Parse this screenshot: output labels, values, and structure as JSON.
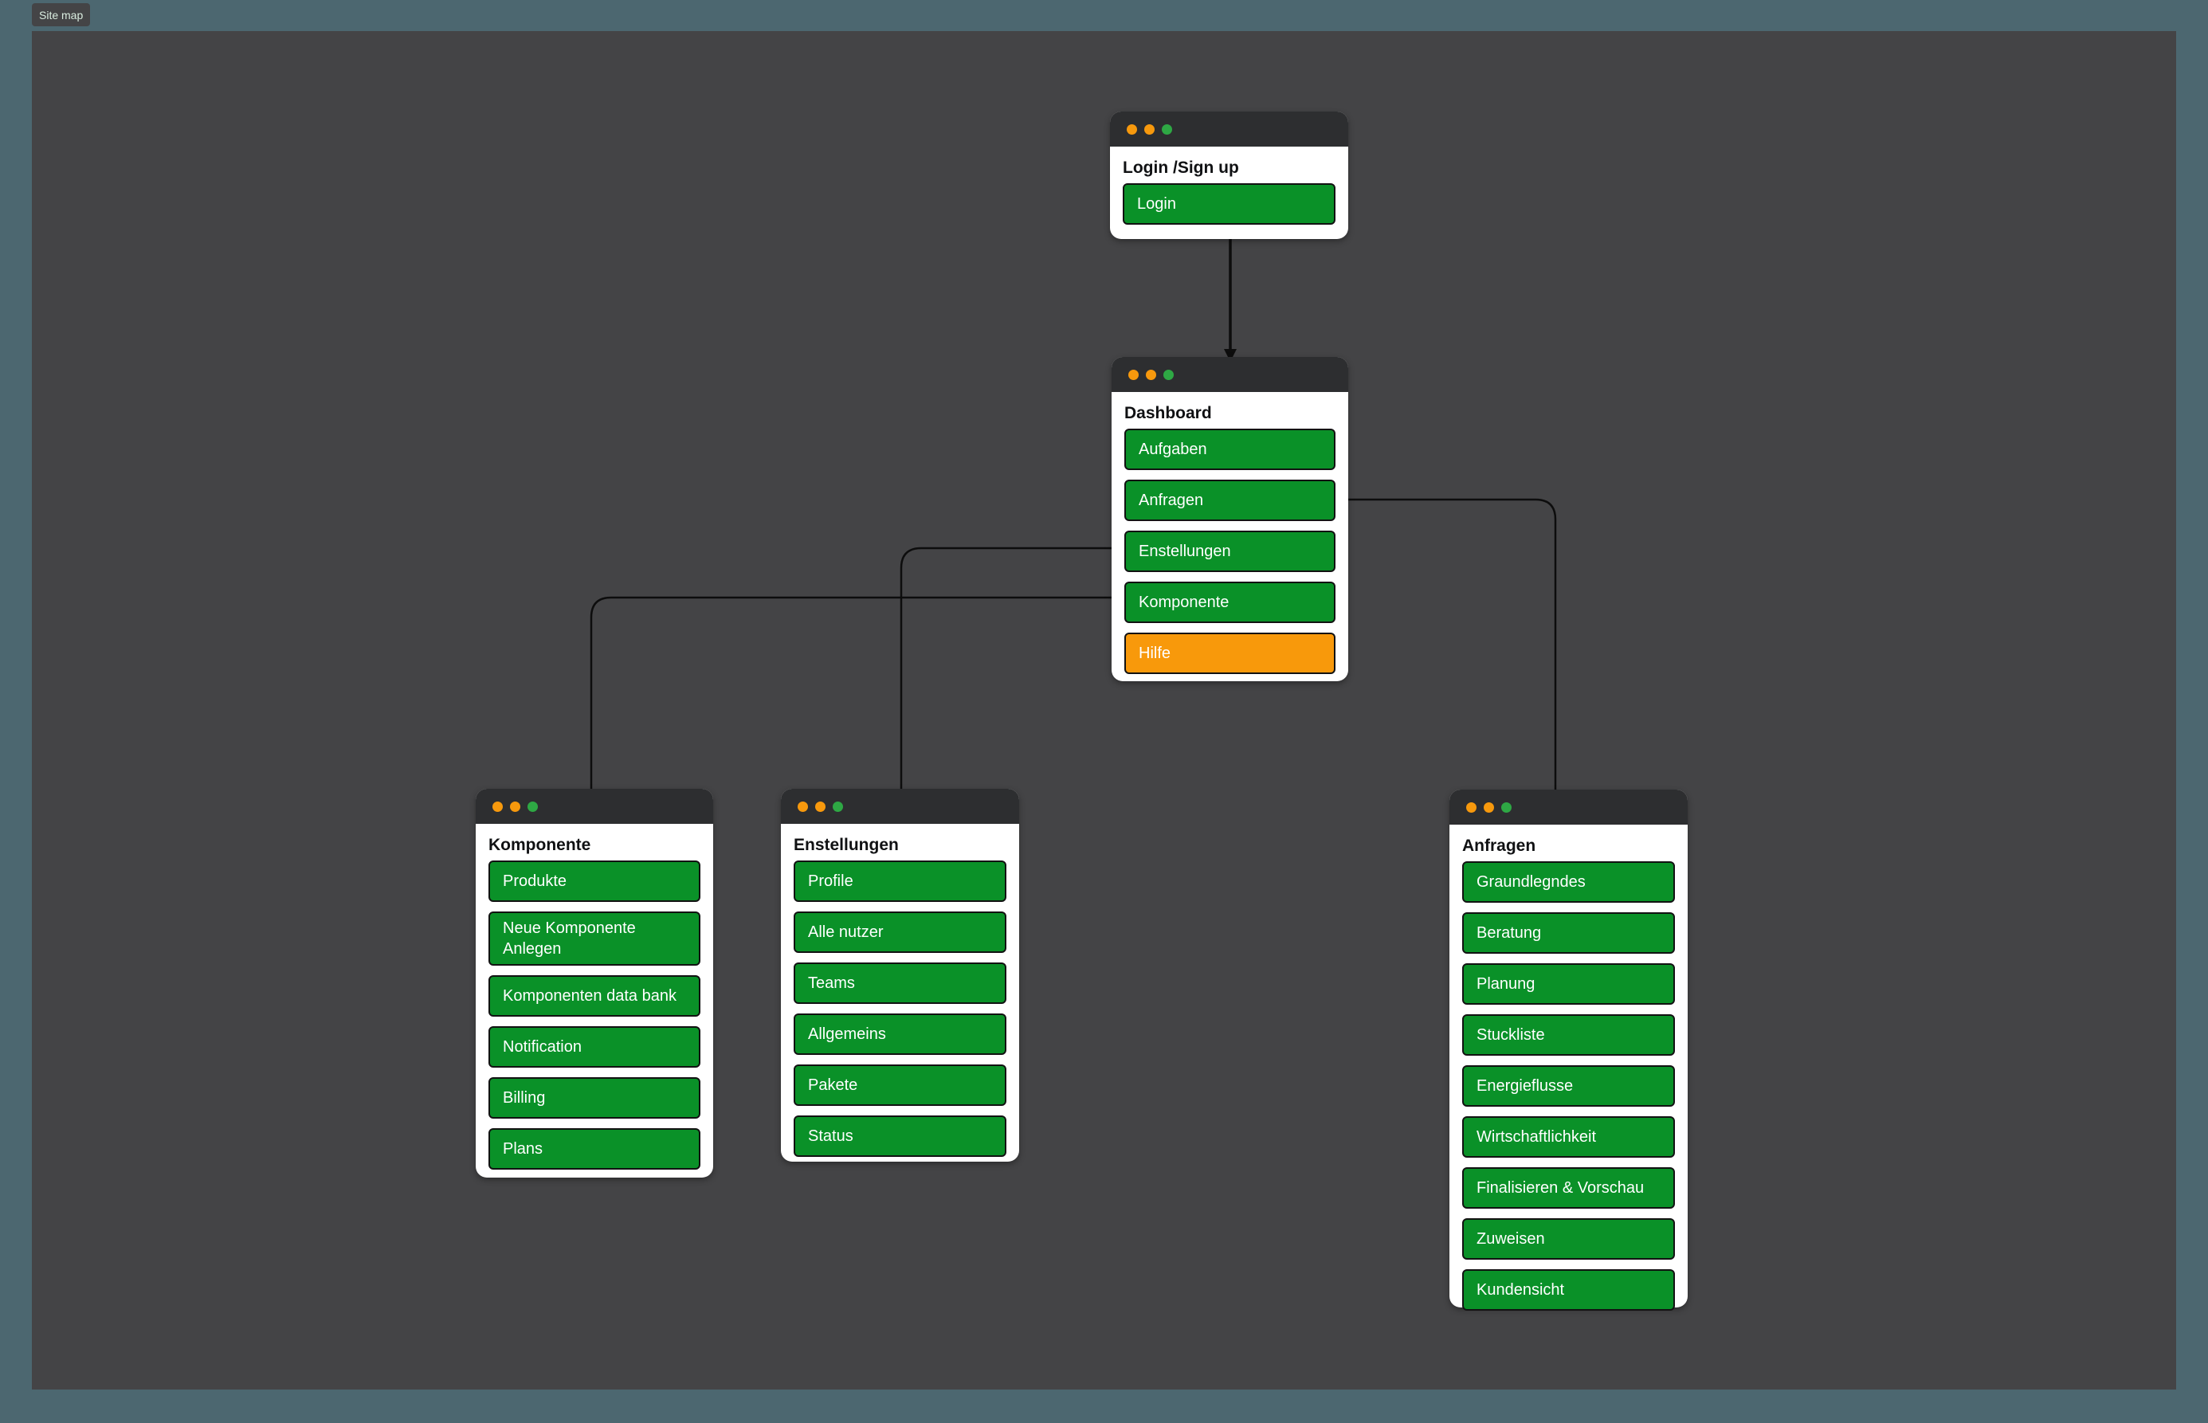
{
  "site_label": "Site map",
  "colors": {
    "outer_bg": "#4C6770",
    "canvas_bg": "#444446",
    "titlebar_bg": "#2D2E30",
    "card_bg": "#FFFFFF",
    "green": "#0A9128",
    "orange": "#F8990B",
    "dot_orange": "#F7990D",
    "dot_green": "#2EA844",
    "connector": "#0D0D0D",
    "button_border": "#121212",
    "button_text": "#FFFFFF",
    "title_text": "#101113",
    "site_label_text": "#D9ECDF"
  },
  "cards": [
    {
      "title": "Login /Sign up",
      "buttons": [
        {
          "label": "Login",
          "variant": "green"
        }
      ]
    },
    {
      "title": "Dashboard",
      "buttons": [
        {
          "label": "Aufgaben",
          "variant": "green"
        },
        {
          "label": "Anfragen",
          "variant": "green"
        },
        {
          "label": "Enstellungen",
          "variant": "green"
        },
        {
          "label": "Komponente",
          "variant": "green"
        },
        {
          "label": "Hilfe",
          "variant": "orange"
        }
      ]
    },
    {
      "title": "Komponente",
      "buttons": [
        {
          "label": "Produkte",
          "variant": "green"
        },
        {
          "label": "Neue Komponente Anlegen",
          "variant": "green"
        },
        {
          "label": "Komponenten data bank",
          "variant": "green"
        },
        {
          "label": "Notification",
          "variant": "green"
        },
        {
          "label": "Billing",
          "variant": "green"
        },
        {
          "label": "Plans",
          "variant": "green"
        }
      ]
    },
    {
      "title": "Enstellungen",
      "buttons": [
        {
          "label": "Profile",
          "variant": "green"
        },
        {
          "label": "Alle nutzer",
          "variant": "green"
        },
        {
          "label": "Teams",
          "variant": "green"
        },
        {
          "label": "Allgemeins",
          "variant": "green"
        },
        {
          "label": "Pakete",
          "variant": "green"
        },
        {
          "label": "Status",
          "variant": "green"
        }
      ]
    },
    {
      "title": "Anfragen",
      "buttons": [
        {
          "label": "Graundlegndes",
          "variant": "green"
        },
        {
          "label": "Beratung",
          "variant": "green"
        },
        {
          "label": "Planung",
          "variant": "green"
        },
        {
          "label": "Stuckliste",
          "variant": "green"
        },
        {
          "label": "Energieflusse",
          "variant": "green"
        },
        {
          "label": "Wirtschaftlichkeit",
          "variant": "green"
        },
        {
          "label": "Finalisieren & Vorschau",
          "variant": "green"
        },
        {
          "label": "Zuweisen",
          "variant": "green"
        },
        {
          "label": "Kundensicht",
          "variant": "green"
        }
      ]
    }
  ]
}
